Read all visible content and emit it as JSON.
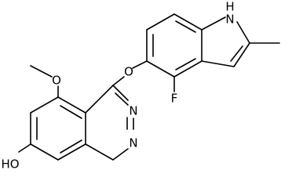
{
  "labels": {
    "nh": "H",
    "n1": "N",
    "o_ether": "O",
    "f": "F",
    "o_methoxy": "O",
    "n_ring_top": "N",
    "n_ring_bottom": "N",
    "oh": "HO"
  },
  "colors": {
    "ink": "#000000",
    "background": "#ffffff"
  }
}
